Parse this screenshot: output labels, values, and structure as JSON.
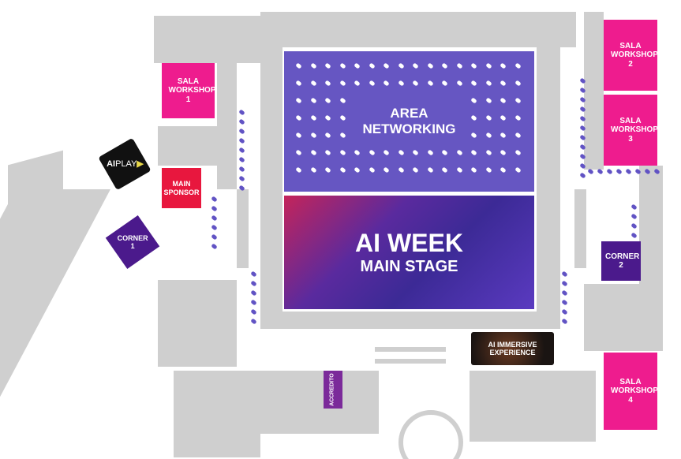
{
  "rooms": {
    "workshop1": "SALA WORKSHOP 1",
    "workshop2": "SALA WORKSHOP 2",
    "workshop3": "SALA WORKSHOP 3",
    "workshop4": "SALA WORKSHOP 4",
    "networking_line1": "AREA",
    "networking_line2": "NETWORKING",
    "stage_line1": "AI WEEK",
    "stage_line2": "MAIN STAGE",
    "aiplay_ai": "AI",
    "aiplay_play": "PLAY",
    "main_sponsor": "MAIN SPONSOR",
    "corner1": "CORNER 1",
    "corner2": "CORNER 2",
    "accredito": "ACCREDITO",
    "immersive": "AI IMMERSIVE EXPERIENCE"
  },
  "colors": {
    "workshop": "#ee1c8e",
    "networking": "#6656c2",
    "sponsor": "#e8173e",
    "corner": "#4b1a8c",
    "accredito": "#7b2a9a",
    "building": "#cfcfcf"
  }
}
